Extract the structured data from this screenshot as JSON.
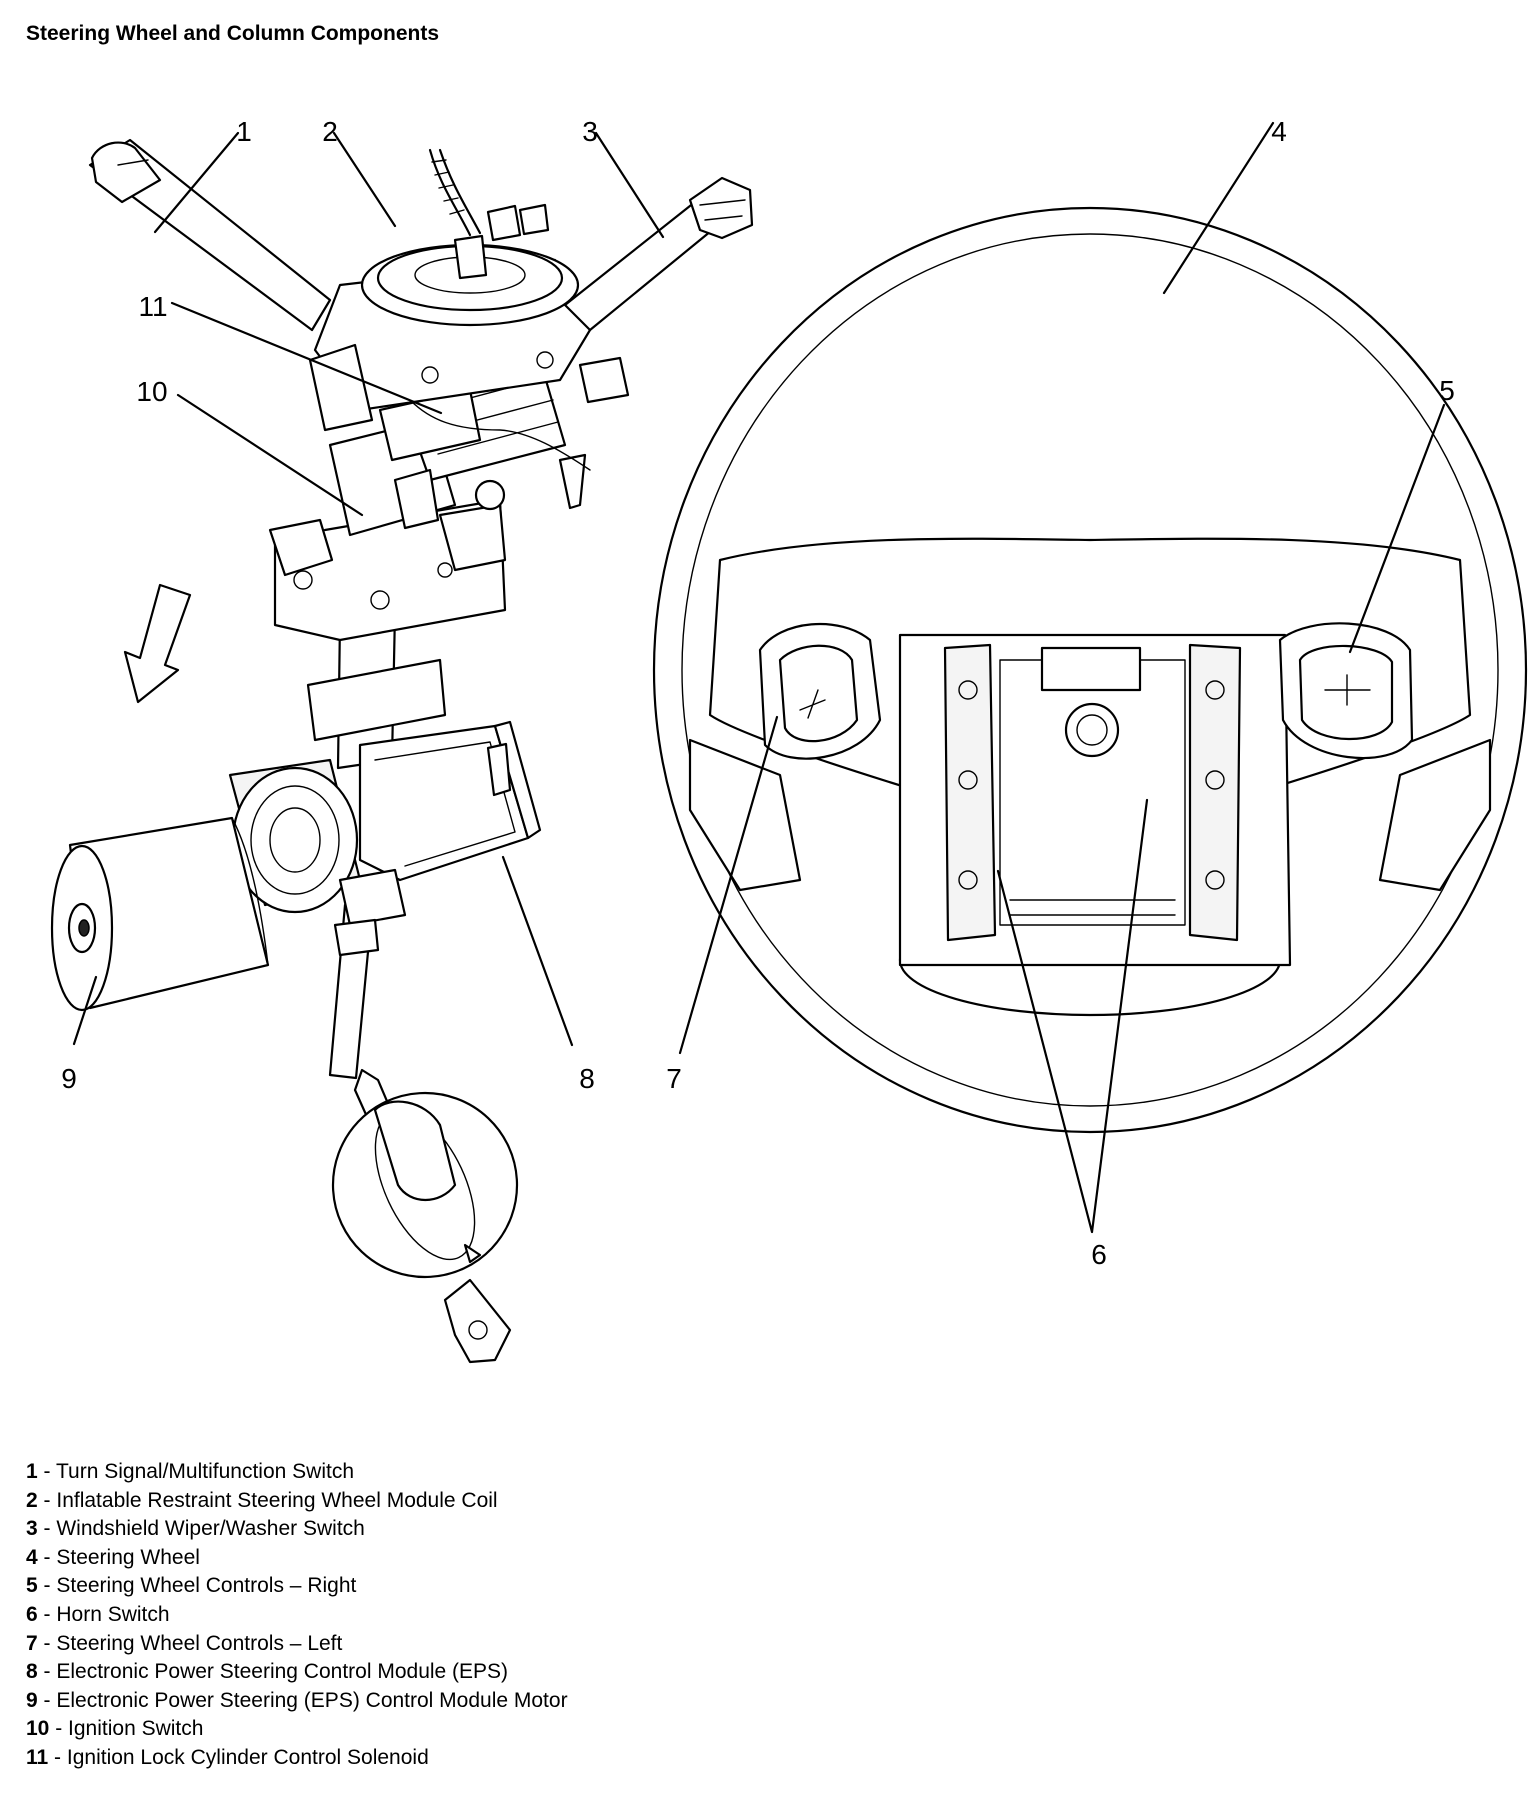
{
  "title": "Steering Wheel and Column Components",
  "callouts": [
    "1",
    "2",
    "3",
    "4",
    "5",
    "6",
    "7",
    "8",
    "9",
    "10",
    "11"
  ],
  "legend": [
    {
      "num": "1",
      "sep": " - ",
      "text": "Turn Signal/Multifunction Switch"
    },
    {
      "num": "2",
      "sep": " - ",
      "text": "Inflatable Restraint Steering Wheel Module Coil"
    },
    {
      "num": "3",
      "sep": " - ",
      "text": "Windshield Wiper/Washer Switch"
    },
    {
      "num": "4",
      "sep": " - ",
      "text": "Steering Wheel"
    },
    {
      "num": "5",
      "sep": " - ",
      "text": "Steering Wheel Controls – Right"
    },
    {
      "num": "6",
      "sep": " - ",
      "text": "Horn Switch"
    },
    {
      "num": "7",
      "sep": " - ",
      "text": "Steering Wheel Controls – Left"
    },
    {
      "num": "8",
      "sep": " - ",
      "text": "Electronic Power Steering Control Module (EPS)"
    },
    {
      "num": "9",
      "sep": " - ",
      "text": "Electronic Power Steering (EPS) Control Module Motor"
    },
    {
      "num": "10",
      "sep": " - ",
      "text": "Ignition Switch"
    },
    {
      "num": "11",
      "sep": " - ",
      "text": "Ignition Lock Cylinder Control Solenoid"
    }
  ]
}
